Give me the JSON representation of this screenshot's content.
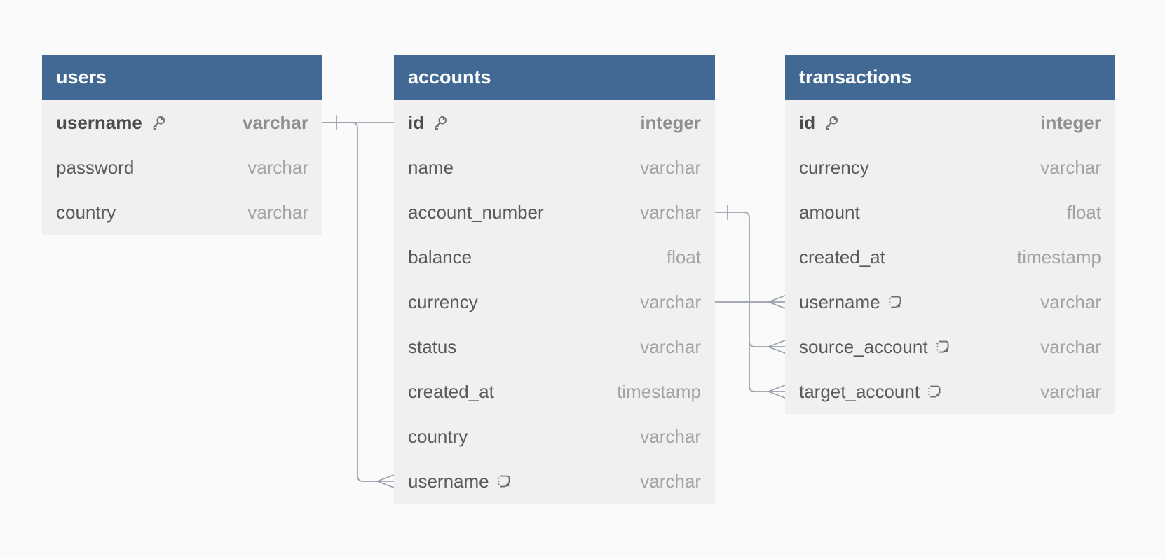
{
  "diagram": {
    "kind": "entity-relationship-diagram",
    "background_color": "#fafafa",
    "table_header_color": "#426994",
    "table_body_color": "#f0f0f0",
    "relationship_line_color": "#9aa1ac",
    "field_name_color": "#5a5a5a",
    "field_type_color": "#a3a3a3"
  },
  "icons": {
    "primary_key": "key-icon",
    "field_note": "note-icon"
  },
  "tables": [
    {
      "title": "users",
      "fields": [
        {
          "name": "username",
          "type": "varchar",
          "primary_key": true,
          "icon": "key-icon"
        },
        {
          "name": "password",
          "type": "varchar",
          "primary_key": false,
          "icon": null
        },
        {
          "name": "country",
          "type": "varchar",
          "primary_key": false,
          "icon": null
        }
      ]
    },
    {
      "title": "accounts",
      "fields": [
        {
          "name": "id",
          "type": "integer",
          "primary_key": true,
          "icon": "key-icon"
        },
        {
          "name": "name",
          "type": "varchar",
          "primary_key": false,
          "icon": null
        },
        {
          "name": "account_number",
          "type": "varchar",
          "primary_key": false,
          "icon": null
        },
        {
          "name": "balance",
          "type": "float",
          "primary_key": false,
          "icon": null
        },
        {
          "name": "currency",
          "type": "varchar",
          "primary_key": false,
          "icon": null
        },
        {
          "name": "status",
          "type": "varchar",
          "primary_key": false,
          "icon": null
        },
        {
          "name": "created_at",
          "type": "timestamp",
          "primary_key": false,
          "icon": null
        },
        {
          "name": "country",
          "type": "varchar",
          "primary_key": false,
          "icon": null
        },
        {
          "name": "username",
          "type": "varchar",
          "primary_key": false,
          "icon": "note-icon"
        }
      ]
    },
    {
      "title": "transactions",
      "fields": [
        {
          "name": "id",
          "type": "integer",
          "primary_key": true,
          "icon": "key-icon"
        },
        {
          "name": "currency",
          "type": "varchar",
          "primary_key": false,
          "icon": null
        },
        {
          "name": "amount",
          "type": "float",
          "primary_key": false,
          "icon": null
        },
        {
          "name": "created_at",
          "type": "timestamp",
          "primary_key": false,
          "icon": null
        },
        {
          "name": "username",
          "type": "varchar",
          "primary_key": false,
          "icon": "note-icon"
        },
        {
          "name": "source_account",
          "type": "varchar",
          "primary_key": false,
          "icon": "note-icon"
        },
        {
          "name": "target_account",
          "type": "varchar",
          "primary_key": false,
          "icon": "note-icon"
        }
      ]
    }
  ],
  "relationships": [
    {
      "from": "users.username",
      "to": "accounts.username",
      "from_cardinality": "one",
      "to_cardinality": "many"
    },
    {
      "from": "users.username",
      "to": "transactions.username",
      "from_cardinality": "one",
      "to_cardinality": "many"
    },
    {
      "from": "accounts.account_number",
      "to": "transactions.source_account",
      "from_cardinality": "one",
      "to_cardinality": "many"
    },
    {
      "from": "accounts.account_number",
      "to": "transactions.target_account",
      "from_cardinality": "one",
      "to_cardinality": "many"
    }
  ]
}
